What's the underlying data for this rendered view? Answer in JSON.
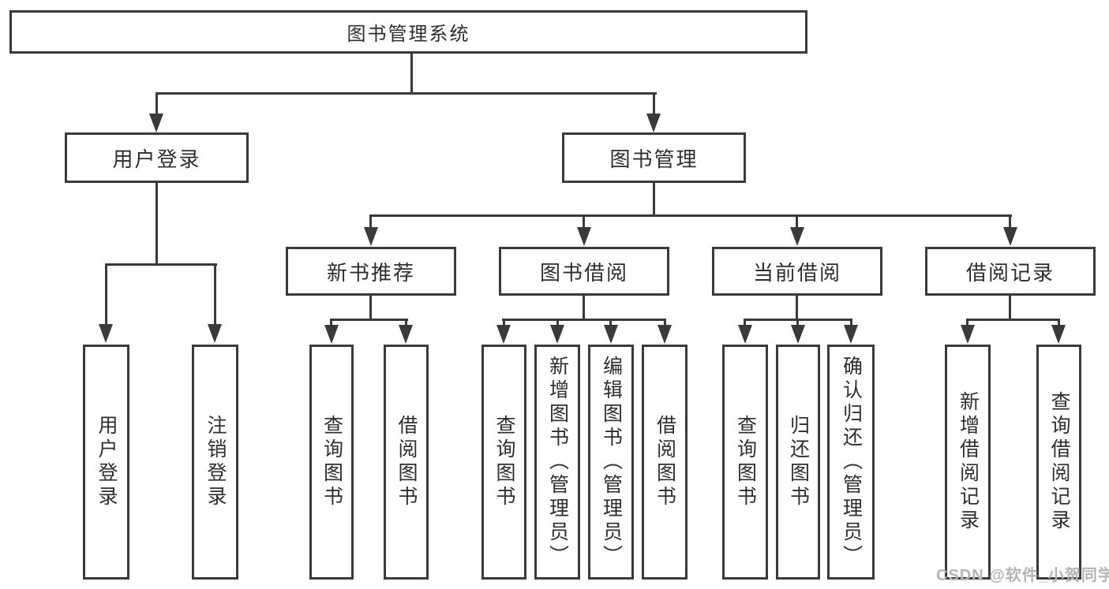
{
  "tree": {
    "root": {
      "label": "图书管理系统"
    },
    "user_login": {
      "label": "用户登录",
      "children": [
        {
          "label": "用户登录"
        },
        {
          "label": "注销登录"
        }
      ]
    },
    "book_mgmt": {
      "label": "图书管理",
      "children": [
        {
          "label": "新书推荐",
          "children": [
            {
              "label": "查询图书"
            },
            {
              "label": "借阅图书"
            }
          ]
        },
        {
          "label": "图书借阅",
          "children": [
            {
              "label": "查询图书"
            },
            {
              "label": "新增图书（管理员）"
            },
            {
              "label": "编辑图书（管理员）"
            },
            {
              "label": "借阅图书"
            }
          ]
        },
        {
          "label": "当前借阅",
          "children": [
            {
              "label": "查询图书"
            },
            {
              "label": "归还图书"
            },
            {
              "label": "确认归还（管理员）"
            }
          ]
        },
        {
          "label": "借阅记录",
          "children": [
            {
              "label": "新增借阅记录"
            },
            {
              "label": "查询借阅记录"
            }
          ]
        }
      ]
    }
  },
  "watermark": {
    "text": "CSDN @软件_小贺同学"
  },
  "colors": {
    "line": "#3a3a3a",
    "text": "#2e2e2e",
    "background": "#ffffff",
    "watermark": "#b5b5b5"
  }
}
